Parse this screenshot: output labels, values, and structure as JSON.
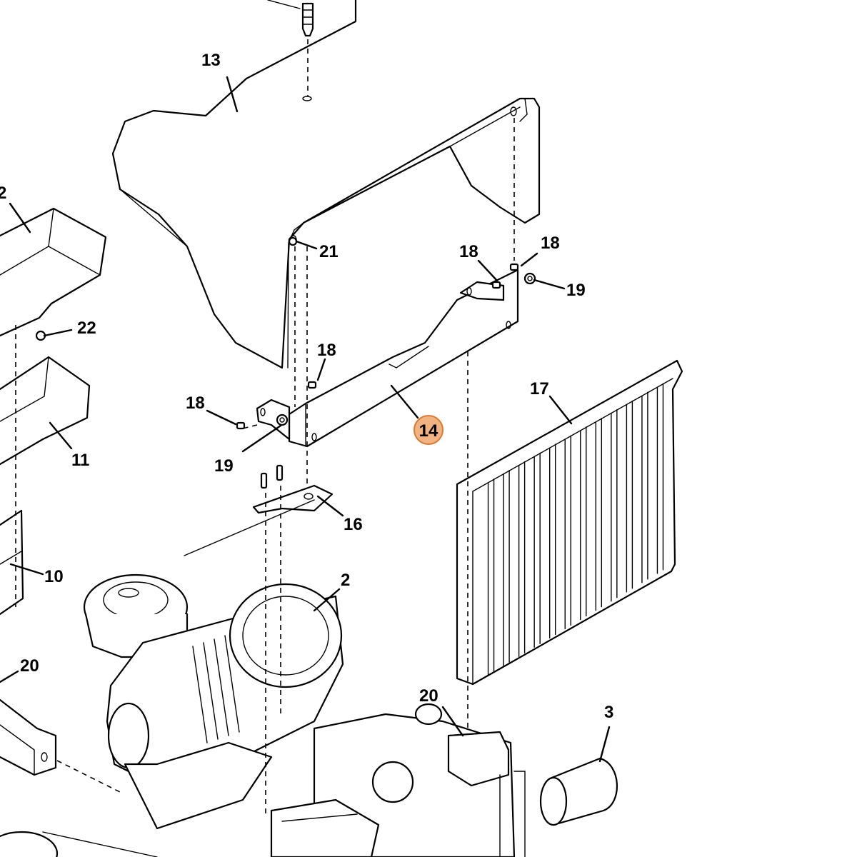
{
  "diagram": {
    "highlighted_callout": "14",
    "highlight_color": "#f2b382",
    "highlight_border": "#d97a34",
    "callouts": [
      {
        "id": "c13",
        "label": "13"
      },
      {
        "id": "c12",
        "label": "2"
      },
      {
        "id": "c21",
        "label": "21"
      },
      {
        "id": "c18a",
        "label": "18"
      },
      {
        "id": "c18b",
        "label": "18"
      },
      {
        "id": "c19a",
        "label": "19"
      },
      {
        "id": "c22",
        "label": "22"
      },
      {
        "id": "c18c",
        "label": "18"
      },
      {
        "id": "c18d",
        "label": "18"
      },
      {
        "id": "c19b",
        "label": "19"
      },
      {
        "id": "c17",
        "label": "17"
      },
      {
        "id": "c11",
        "label": "11"
      },
      {
        "id": "c16",
        "label": "16"
      },
      {
        "id": "c10",
        "label": "10"
      },
      {
        "id": "c2",
        "label": "2"
      },
      {
        "id": "c20a",
        "label": "20"
      },
      {
        "id": "c20b",
        "label": "20"
      },
      {
        "id": "c3",
        "label": "3"
      },
      {
        "id": "c14",
        "label": "14"
      }
    ]
  }
}
